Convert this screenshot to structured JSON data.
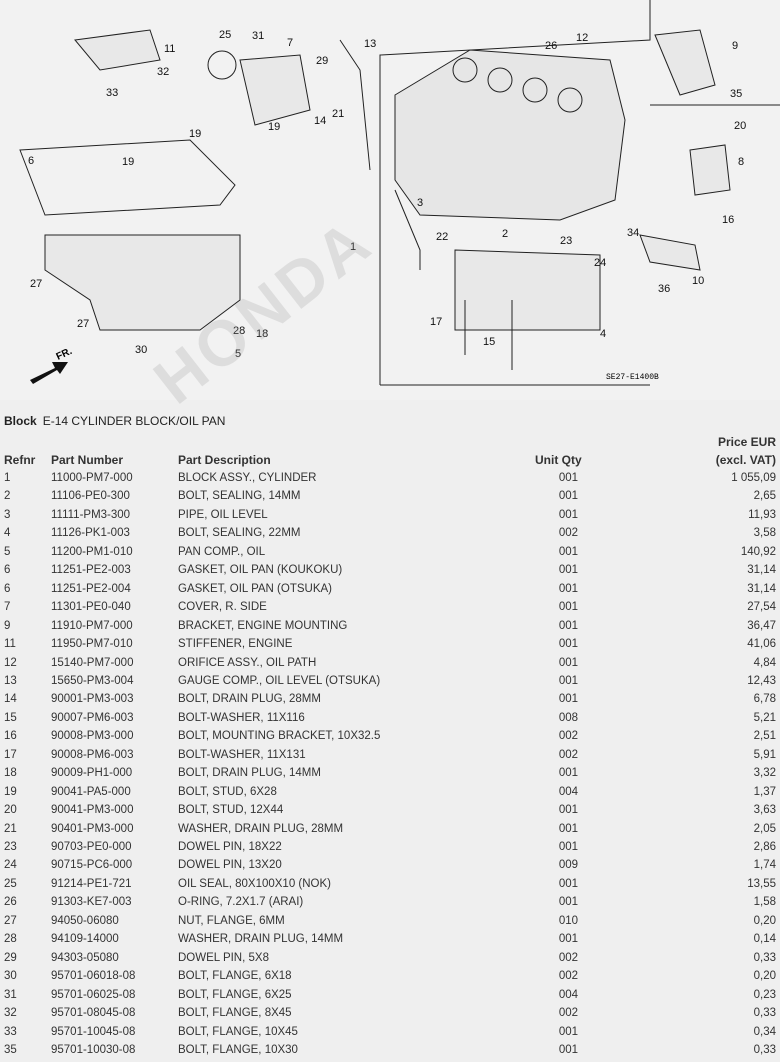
{
  "diagram": {
    "code": "SE27-E1400B",
    "front_label": "FR.",
    "watermark": "HONDA",
    "callouts": [
      "11",
      "32",
      "33",
      "25",
      "31",
      "7",
      "29",
      "13",
      "19",
      "14",
      "21",
      "12",
      "26",
      "9",
      "35",
      "20",
      "8",
      "16",
      "19",
      "6",
      "19",
      "3",
      "1",
      "22",
      "2",
      "23",
      "34",
      "24",
      "10",
      "36",
      "27",
      "27",
      "28",
      "18",
      "5",
      "30",
      "17",
      "15",
      "4"
    ]
  },
  "block": {
    "label": "Block",
    "name": "E-14 CYLINDER BLOCK/OIL PAN"
  },
  "columns": {
    "refnr": "Refnr",
    "part_number": "Part Number",
    "description": "Part Description",
    "qty": "Unit Qty",
    "price_line1": "Price EUR",
    "price_line2": "(excl. VAT)"
  },
  "rows": [
    [
      "1",
      "11000-PM7-000",
      "BLOCK ASSY., CYLINDER",
      "001",
      "1 055,09"
    ],
    [
      "2",
      "11106-PE0-300",
      "BOLT, SEALING, 14MM",
      "001",
      "2,65"
    ],
    [
      "3",
      "11111-PM3-300",
      "PIPE, OIL LEVEL",
      "001",
      "11,93"
    ],
    [
      "4",
      "11126-PK1-003",
      "BOLT, SEALING, 22MM",
      "002",
      "3,58"
    ],
    [
      "5",
      "11200-PM1-010",
      "PAN COMP., OIL",
      "001",
      "140,92"
    ],
    [
      "6",
      "11251-PE2-003",
      "GASKET, OIL PAN (KOUKOKU)",
      "001",
      "31,14"
    ],
    [
      "6",
      "11251-PE2-004",
      "GASKET, OIL PAN (OTSUKA)",
      "001",
      "31,14"
    ],
    [
      "7",
      "11301-PE0-040",
      "COVER, R. SIDE",
      "001",
      "27,54"
    ],
    [
      "9",
      "11910-PM7-000",
      "BRACKET, ENGINE MOUNTING",
      "001",
      "36,47"
    ],
    [
      "11",
      "11950-PM7-010",
      "STIFFENER, ENGINE",
      "001",
      "41,06"
    ],
    [
      "12",
      "15140-PM7-000",
      "ORIFICE ASSY., OIL PATH",
      "001",
      "4,84"
    ],
    [
      "13",
      "15650-PM3-004",
      "GAUGE COMP., OIL LEVEL (OTSUKA)",
      "001",
      "12,43"
    ],
    [
      "14",
      "90001-PM3-003",
      "BOLT, DRAIN PLUG, 28MM",
      "001",
      "6,78"
    ],
    [
      "15",
      "90007-PM6-003",
      "BOLT-WASHER, 11X116",
      "008",
      "5,21"
    ],
    [
      "16",
      "90008-PM3-000",
      "BOLT, MOUNTING BRACKET, 10X32.5",
      "002",
      "2,51"
    ],
    [
      "17",
      "90008-PM6-003",
      "BOLT-WASHER, 11X131",
      "002",
      "5,91"
    ],
    [
      "18",
      "90009-PH1-000",
      "BOLT, DRAIN PLUG, 14MM",
      "001",
      "3,32"
    ],
    [
      "19",
      "90041-PA5-000",
      "BOLT, STUD, 6X28",
      "004",
      "1,37"
    ],
    [
      "20",
      "90041-PM3-000",
      "BOLT, STUD, 12X44",
      "001",
      "3,63"
    ],
    [
      "21",
      "90401-PM3-000",
      "WASHER, DRAIN PLUG, 28MM",
      "001",
      "2,05"
    ],
    [
      "23",
      "90703-PE0-000",
      "DOWEL PIN, 18X22",
      "001",
      "2,86"
    ],
    [
      "24",
      "90715-PC6-000",
      "DOWEL PIN, 13X20",
      "009",
      "1,74"
    ],
    [
      "25",
      "91214-PE1-721",
      "OIL SEAL, 80X100X10 (NOK)",
      "001",
      "13,55"
    ],
    [
      "26",
      "91303-KE7-003",
      "O-RING, 7.2X1.7 (ARAI)",
      "001",
      "1,58"
    ],
    [
      "27",
      "94050-06080",
      "NUT, FLANGE, 6MM",
      "010",
      "0,20"
    ],
    [
      "28",
      "94109-14000",
      "WASHER, DRAIN PLUG, 14MM",
      "001",
      "0,14"
    ],
    [
      "29",
      "94303-05080",
      "DOWEL PIN, 5X8",
      "002",
      "0,33"
    ],
    [
      "30",
      "95701-06018-08",
      "BOLT, FLANGE, 6X18",
      "002",
      "0,20"
    ],
    [
      "31",
      "95701-06025-08",
      "BOLT, FLANGE, 6X25",
      "004",
      "0,23"
    ],
    [
      "32",
      "95701-08045-08",
      "BOLT, FLANGE, 8X45",
      "002",
      "0,33"
    ],
    [
      "33",
      "95701-10045-08",
      "BOLT, FLANGE, 10X45",
      "001",
      "0,34"
    ],
    [
      "35",
      "95701-10030-08",
      "BOLT, FLANGE, 10X30",
      "001",
      "0,33"
    ]
  ]
}
